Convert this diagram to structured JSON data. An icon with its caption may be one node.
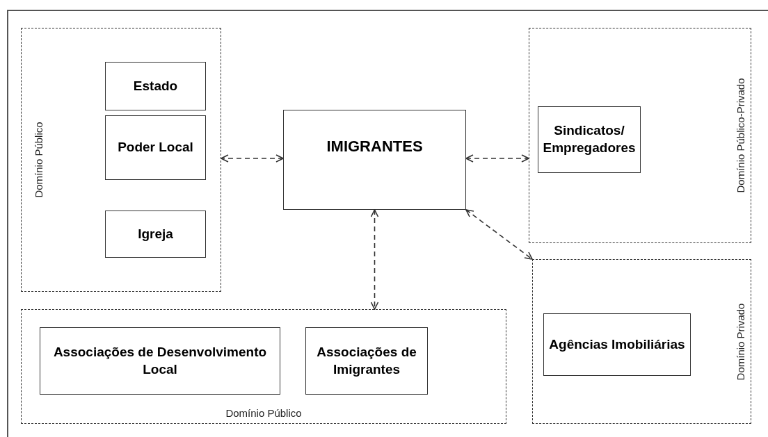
{
  "diagram": {
    "nodes": [
      {
        "text": [
          "Domínio Público"
        ]
      },
      {
        "text": [
          "Estado"
        ],
        "in": 0
      },
      {
        "text": [
          "Poder Local"
        ],
        "in": 0
      },
      {
        "text": [
          "Igreja"
        ],
        "in": 0
      },
      {
        "text": [
          "IMIGRANTES"
        ]
      },
      {
        "text": [
          "Domínio Público-Privado"
        ]
      },
      {
        "text": [
          "Sindicatos/ Empregadores"
        ],
        "in": 5
      },
      {
        "text": [
          "Domínio Público"
        ]
      },
      {
        "text": [
          "Associações de Desenvolvimento Local"
        ],
        "in": 7
      },
      {
        "text": [
          "Associações de Imigrantes"
        ],
        "in": 7
      },
      {
        "text": [
          "Domínio Privado"
        ]
      },
      {
        "text": [
          "Agências Imobiliárias"
        ],
        "in": 10
      }
    ],
    "edges": [
      {
        "from": 4,
        "to": 0,
        "arrow": "both",
        "style": "dashed"
      },
      {
        "from": 4,
        "to": 5,
        "arrow": "both",
        "style": "dashed"
      },
      {
        "from": 4,
        "to": 7,
        "arrow": "both",
        "style": "dashed"
      },
      {
        "from": 4,
        "to": 10,
        "arrow": "both",
        "style": "dashed"
      }
    ]
  }
}
